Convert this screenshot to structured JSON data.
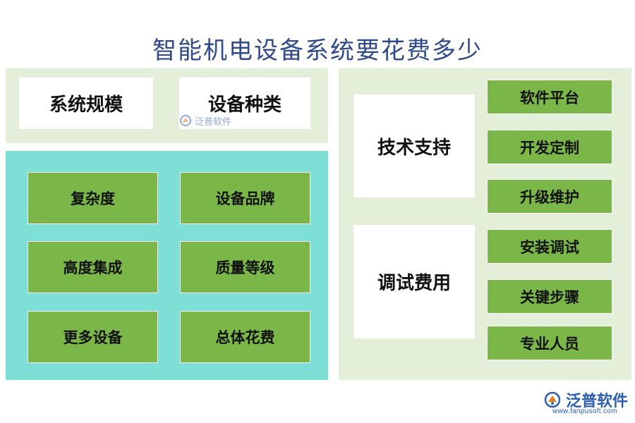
{
  "title": "智能机电设备系统要花费多少",
  "top_left": {
    "boxes": [
      "系统规模",
      "设备种类"
    ]
  },
  "bottom_left": {
    "boxes": [
      "复杂度",
      "设备品牌",
      "高度集成",
      "质量等级",
      "更多设备",
      "总体花费"
    ]
  },
  "right": {
    "groups": [
      {
        "label": "技术支持",
        "items": [
          "软件平台",
          "开发定制",
          "升级维护"
        ]
      },
      {
        "label": "调试费用",
        "items": [
          "安装调试",
          "关键步骤",
          "专业人员"
        ]
      }
    ]
  },
  "watermark": {
    "text": "泛普软件"
  },
  "logo": {
    "name": "泛普软件",
    "url": "www.fanpusoft.com"
  },
  "colors": {
    "title": "#2f4a8a",
    "panel_light": "#e4efda",
    "panel_teal": "#7edfd7",
    "box_green": "#7ab648",
    "logo_blue": "#2a5db0"
  }
}
